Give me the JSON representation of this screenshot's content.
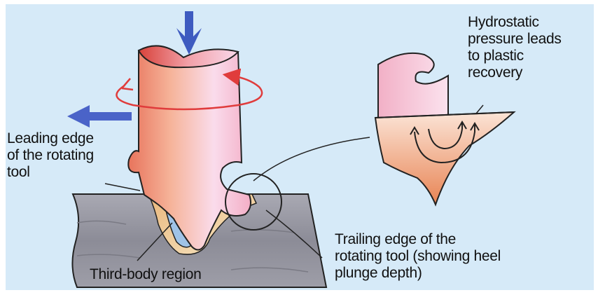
{
  "labels": {
    "hydrostatic": [
      "Hydrostatic",
      "pressure leads",
      "to plastic",
      "recovery"
    ],
    "leading_edge": [
      "Leading edge",
      "of the rotating",
      "tool"
    ],
    "trailing_edge": [
      "Trailing edge of the",
      "rotating tool (showing heel",
      "plunge depth)"
    ],
    "third_body": "Third-body region"
  },
  "colors": {
    "background": "#d6eaf8",
    "workpiece": "#8f8f9a",
    "tool_body": "#f1a08c",
    "tool_highlight": "#f9d2e4",
    "third_body_fill": "#9fc3e7",
    "stir_zone": "#e8c79a",
    "down_arrow": "#3e5bc0",
    "traverse_arrow": "#4a63c8",
    "rotation_arrow": "#e03c3c"
  }
}
